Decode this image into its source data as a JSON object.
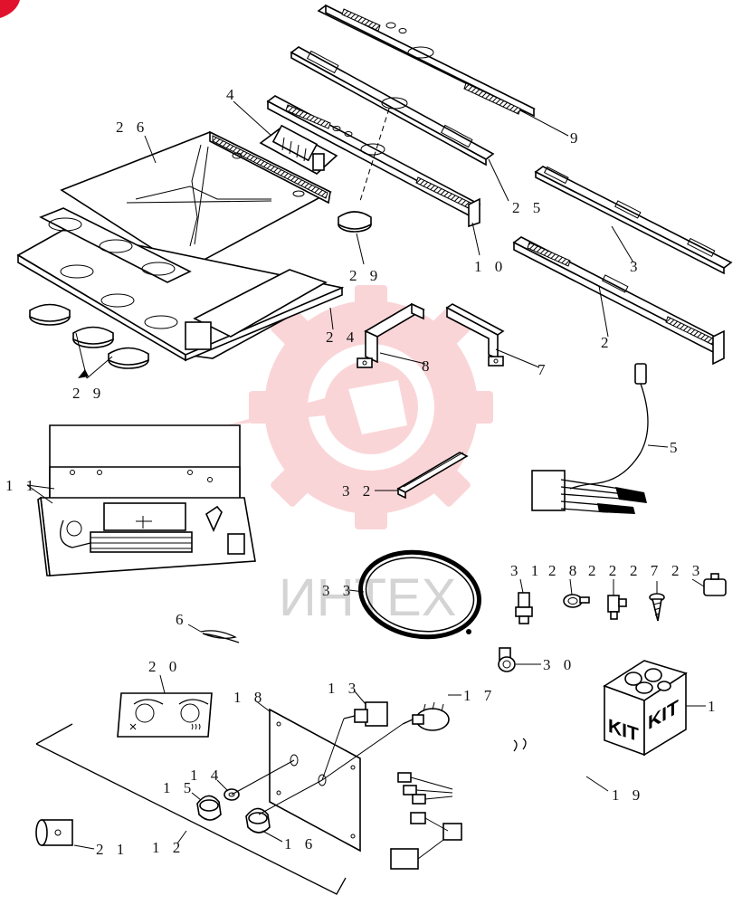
{
  "callouts": [
    {
      "id": "9",
      "text": "9"
    },
    {
      "id": "25",
      "text": "2 5"
    },
    {
      "id": "10",
      "text": "1 0"
    },
    {
      "id": "4",
      "text": "4"
    },
    {
      "id": "26",
      "text": "2 6"
    },
    {
      "id": "29a",
      "text": "2 9"
    },
    {
      "id": "29b",
      "text": "2 9"
    },
    {
      "id": "24",
      "text": "2 4"
    },
    {
      "id": "3",
      "text": "3"
    },
    {
      "id": "2",
      "text": "2"
    },
    {
      "id": "8",
      "text": "8"
    },
    {
      "id": "7",
      "text": "7"
    },
    {
      "id": "5",
      "text": "5"
    },
    {
      "id": "11",
      "text": "1 1"
    },
    {
      "id": "32",
      "text": "3 2"
    },
    {
      "id": "33",
      "text": "3 3"
    },
    {
      "id": "31",
      "text": "3 1"
    },
    {
      "id": "28",
      "text": "2 8"
    },
    {
      "id": "22",
      "text": "2 2"
    },
    {
      "id": "27",
      "text": "2 7"
    },
    {
      "id": "23",
      "text": "2 3"
    },
    {
      "id": "6",
      "text": "6"
    },
    {
      "id": "30",
      "text": "3 0"
    },
    {
      "id": "20",
      "text": "2 0"
    },
    {
      "id": "18",
      "text": "1 8"
    },
    {
      "id": "13",
      "text": "1 3"
    },
    {
      "id": "17",
      "text": "1 7"
    },
    {
      "id": "1",
      "text": "1"
    },
    {
      "id": "14",
      "text": "1 4"
    },
    {
      "id": "15",
      "text": "1 5"
    },
    {
      "id": "19",
      "text": "1 9"
    },
    {
      "id": "16",
      "text": "1 6"
    },
    {
      "id": "12",
      "text": "1 2"
    },
    {
      "id": "21",
      "text": "2 1"
    }
  ],
  "kit_box": {
    "front_label": "KIT",
    "side_label": "KIT"
  },
  "watermark": {
    "text": "ИНТЕХ",
    "color": "#f6b3b8"
  }
}
